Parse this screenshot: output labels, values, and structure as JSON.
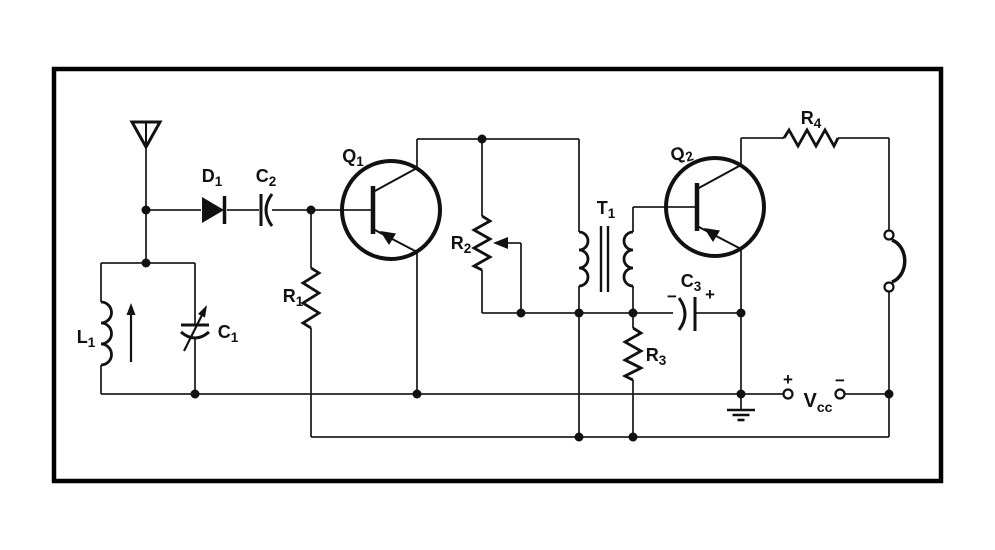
{
  "figure": {
    "type": "circuit-schematic",
    "background": "#ffffff",
    "ink": "#1a1a1a"
  },
  "labels": {
    "l1": {
      "prefix": "L",
      "sub": "1"
    },
    "c1": {
      "prefix": "C",
      "sub": "1"
    },
    "d1": {
      "prefix": "D",
      "sub": "1"
    },
    "c2": {
      "prefix": "C",
      "sub": "2"
    },
    "q1": {
      "prefix": "Q",
      "sub": "1"
    },
    "r1": {
      "prefix": "R",
      "sub": "1"
    },
    "r2": {
      "prefix": "R",
      "sub": "2"
    },
    "t1": {
      "prefix": "T",
      "sub": "1"
    },
    "q2": {
      "prefix": "Q",
      "sub": "2"
    },
    "c3": {
      "prefix": "C",
      "sub": "3"
    },
    "r3": {
      "prefix": "R",
      "sub": "3"
    },
    "r4": {
      "prefix": "R",
      "sub": "4"
    },
    "vcc": {
      "prefix": "V",
      "sub": "cc"
    },
    "c3_minus": "−",
    "c3_plus": "+",
    "vcc_plus": "+",
    "vcc_minus": "−"
  }
}
